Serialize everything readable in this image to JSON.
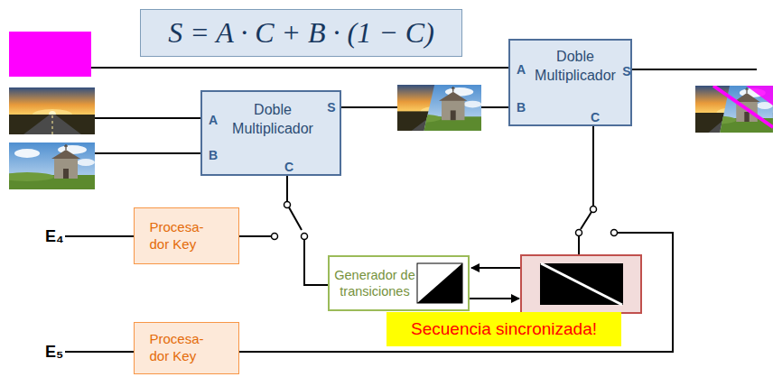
{
  "diagram": {
    "nodes": [
      {
        "text": [
          "S = A · C + B · (1 − C)"
        ]
      },
      {
        "text": [
          "Doble Multiplicador",
          "A",
          "B",
          "S",
          "C"
        ]
      },
      {
        "text": [
          "Doble Multiplicador",
          "A",
          "B",
          "S",
          "C"
        ]
      },
      {
        "text": [
          "Procesa- dor Key"
        ]
      },
      {
        "text": [
          "Generador de transiciones"
        ]
      },
      {
        "text": [
          "Secuencia sincronizada!"
        ]
      },
      {
        "text": [
          "Procesa- dor Key"
        ]
      }
    ],
    "edges": [
      {
        "from": 1,
        "to": 2,
        "arrow": "none"
      }
    ],
    "labels": [
      "E₄",
      "E₅"
    ]
  }
}
